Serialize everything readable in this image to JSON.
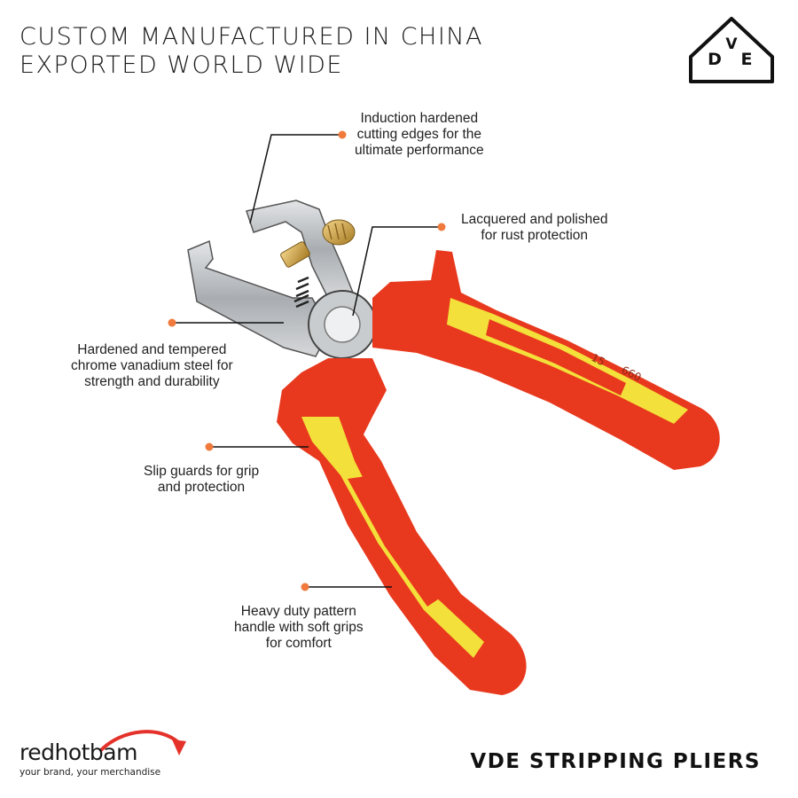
{
  "header": {
    "line1": "CUSTOM MANUFACTURED IN CHINA",
    "line2": "EXPORTED WORLD WIDE"
  },
  "logo": {
    "letter_v": "V",
    "letter_d": "D",
    "letter_e": "E"
  },
  "product": {
    "handle_marking_1": "15",
    "handle_marking_2": "660"
  },
  "callouts": [
    {
      "lines": [
        "Induction hardened",
        "cutting edges for the",
        "ultimate performance"
      ]
    },
    {
      "lines": [
        "Lacquered and polished",
        "for rust protection"
      ]
    },
    {
      "lines": [
        "Hardened and tempered",
        "chrome vanadium steel for",
        "strength and durability"
      ]
    },
    {
      "lines": [
        "Slip guards for grip",
        "and protection"
      ]
    },
    {
      "lines": [
        "Heavy duty pattern",
        "handle with soft grips",
        "for comfort"
      ]
    }
  ],
  "brand": {
    "name": "redhotbam",
    "tagline": "your brand, your merchandise"
  },
  "title": "VDE STRIPPING PLIERS",
  "colors": {
    "handle_red": "#e8391e",
    "handle_yellow": "#f4e03a",
    "steel": "#b9bcbf",
    "callout_dot": "#f07a3c",
    "brand_red": "#e4322b"
  }
}
